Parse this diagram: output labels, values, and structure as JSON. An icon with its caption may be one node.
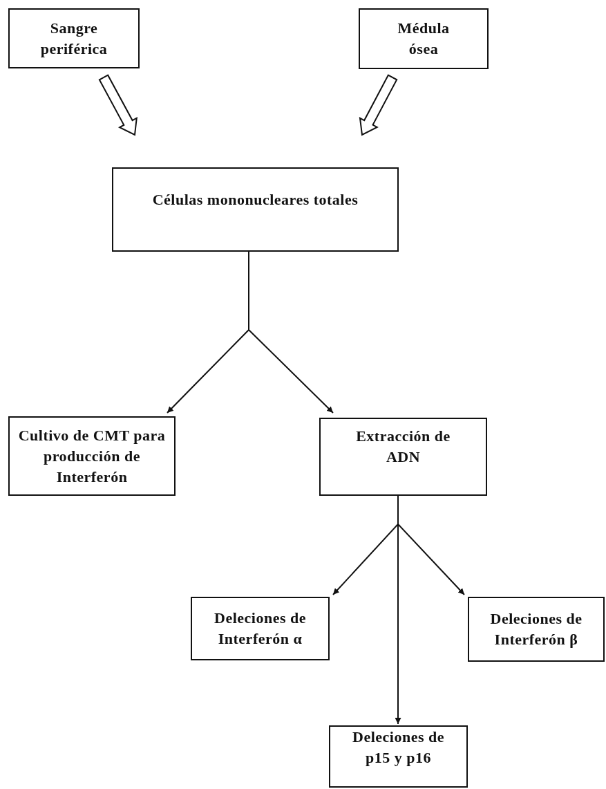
{
  "diagram": {
    "nodes": [
      {
        "text": [
          "Sangre periférica"
        ]
      },
      {
        "text": [
          "Médula ósea"
        ]
      },
      {
        "text": [
          "Células mononucleares totales"
        ]
      },
      {
        "text": [
          "Cultivo de CMT para producción de Interferón"
        ]
      },
      {
        "text": [
          "Extracción de ADN"
        ]
      },
      {
        "text": [
          "Deleciones de Interferón α"
        ]
      },
      {
        "text": [
          "Deleciones de Interferón β"
        ]
      },
      {
        "text": [
          "Deleciones de p15 y p16"
        ]
      }
    ],
    "edges": [
      {
        "from": 0,
        "to": 2,
        "arrow": "to",
        "style": "thick"
      },
      {
        "from": 1,
        "to": 2,
        "arrow": "to",
        "style": "thick"
      },
      {
        "from": 2,
        "to": 3,
        "arrow": "to"
      },
      {
        "from": 2,
        "to": 4,
        "arrow": "to"
      },
      {
        "from": 4,
        "to": 5,
        "arrow": "to"
      },
      {
        "from": 4,
        "to": 6,
        "arrow": "to"
      },
      {
        "from": 4,
        "to": 7,
        "arrow": "to"
      }
    ]
  }
}
